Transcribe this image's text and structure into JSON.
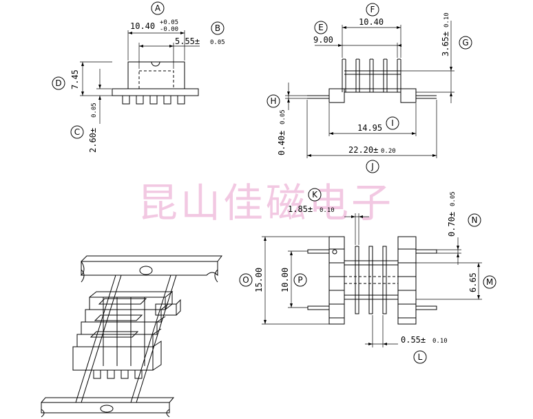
{
  "watermark": "昆山佳磁电子",
  "labels": {
    "A": "A",
    "B": "B",
    "C": "C",
    "D": "D",
    "E": "E",
    "F": "F",
    "G": "G",
    "H": "H",
    "I": "I",
    "J": "J",
    "K": "K",
    "L": "L",
    "M": "M",
    "N": "N",
    "O": "O",
    "P": "P"
  },
  "dims": {
    "A_main": "10.40",
    "A_tol_top": "+0.05",
    "A_tol_bot": "-0.00",
    "B_main": "5.55±",
    "B_tol": "0.05",
    "D": "7.45",
    "C_main": "2.60±",
    "C_tol": "0.05",
    "E": "9.00",
    "F": "10.40",
    "G_main": "3.65±",
    "G_tol": "0.10",
    "H_main": "0.40±",
    "H_tol": "0.05",
    "I": "14.95",
    "J_main": "22.20±",
    "J_tol": "0.20",
    "K_main": "1.85±",
    "K_tol": "0.10",
    "N_main": "0.70±",
    "N_tol": "0.05",
    "O": "15.00",
    "P": "10.00",
    "M": "6.65",
    "L_main": "0.55±",
    "L_tol": "0.10"
  },
  "colors": {
    "watermark": "#f2c8e2",
    "line": "#000000"
  }
}
